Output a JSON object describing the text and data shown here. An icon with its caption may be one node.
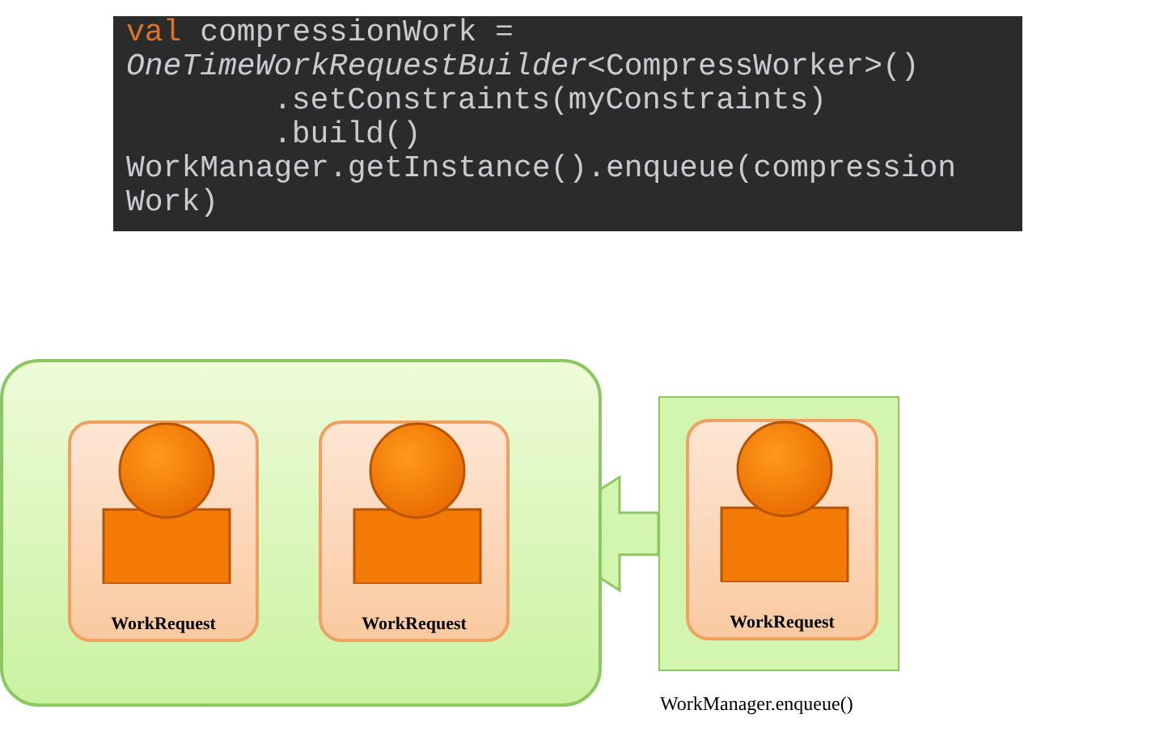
{
  "diagram": {
    "nodes": [
      {
        "text": [],
        "shape": "box"
      },
      {
        "text": [
          "WorkRequest"
        ],
        "in": 0
      },
      {
        "text": [
          "WorkRequest"
        ],
        "in": 0
      },
      {
        "text": [],
        "shape": "box",
        "beside": [
          "WorkManager.enqueue()"
        ]
      },
      {
        "text": [
          "WorkRequest"
        ],
        "in": 3
      }
    ],
    "edges": [
      {
        "from": 3,
        "to": 0,
        "arrow": "to"
      }
    ],
    "labels": [
      "val compressionWork =",
      "*OneTimeWorkRequestBuilder*<CompressWorker>()",
      ".setConstraints(myConstraints)",
      ".build()",
      "WorkManager.getInstance().enqueue(compressionWork)"
    ]
  }
}
